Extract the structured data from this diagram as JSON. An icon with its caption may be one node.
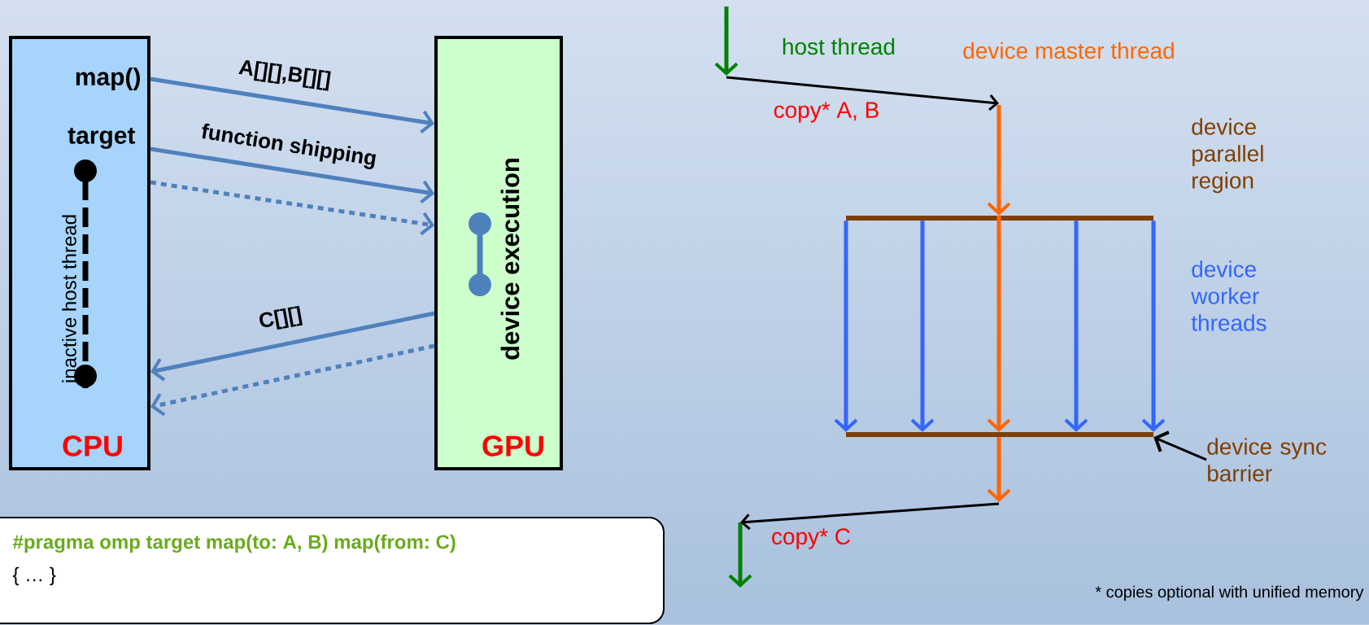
{
  "diagram": {
    "nodes": [
      {
        "text": [
          "map()",
          "target",
          "inactive host thread",
          "CPU"
        ]
      },
      {
        "text": [
          "device execution",
          "GPU"
        ]
      },
      {
        "text": [
          "#pragma omp target map(to: A, B) map(from: C)",
          "{ … }"
        ]
      },
      {
        "text": [],
        "shape": "bar",
        "beside": [
          "device parallel region"
        ]
      },
      {
        "text": [],
        "shape": "bar"
      },
      {
        "text": [
          "device sync barrier"
        ]
      }
    ],
    "edges": [
      {
        "from": 0,
        "to": 1,
        "arrow": "to",
        "label": "A[][],B[][]",
        "color": "#4f81bd"
      },
      {
        "from": 0,
        "to": 1,
        "arrow": "to",
        "label": "function shipping",
        "color": "#4f81bd"
      },
      {
        "from": 0,
        "to": 1,
        "arrow": "to",
        "style": "dashed",
        "color": "#4f81bd"
      },
      {
        "from": 1,
        "to": 0,
        "arrow": "to",
        "label": "C[][]",
        "color": "#4f81bd"
      },
      {
        "from": 1,
        "to": 0,
        "arrow": "to",
        "style": "dashed",
        "color": "#4f81bd"
      },
      {
        "from": null,
        "to": 3,
        "arrow": "to",
        "color": "#ff6600"
      },
      {
        "from": 3,
        "to": 4,
        "arrow": "to",
        "color": "#3366ff"
      },
      {
        "from": 3,
        "to": 4,
        "arrow": "to",
        "color": "#3366ff"
      },
      {
        "from": 3,
        "to": 4,
        "arrow": "to",
        "color": "#ff6600"
      },
      {
        "from": 3,
        "to": 4,
        "arrow": "to",
        "color": "#3366ff"
      },
      {
        "from": 3,
        "to": 4,
        "arrow": "to",
        "color": "#3366ff"
      },
      {
        "from": 4,
        "to": null,
        "arrow": "to",
        "color": "#ff6600"
      },
      {
        "from": 5,
        "to": 4,
        "arrow": "to",
        "color": "#000000"
      }
    ],
    "labels": [
      "host thread",
      "device master thread",
      "copy* A, B",
      "device worker threads",
      "copy* C",
      "* copies optional with unified memory"
    ]
  }
}
